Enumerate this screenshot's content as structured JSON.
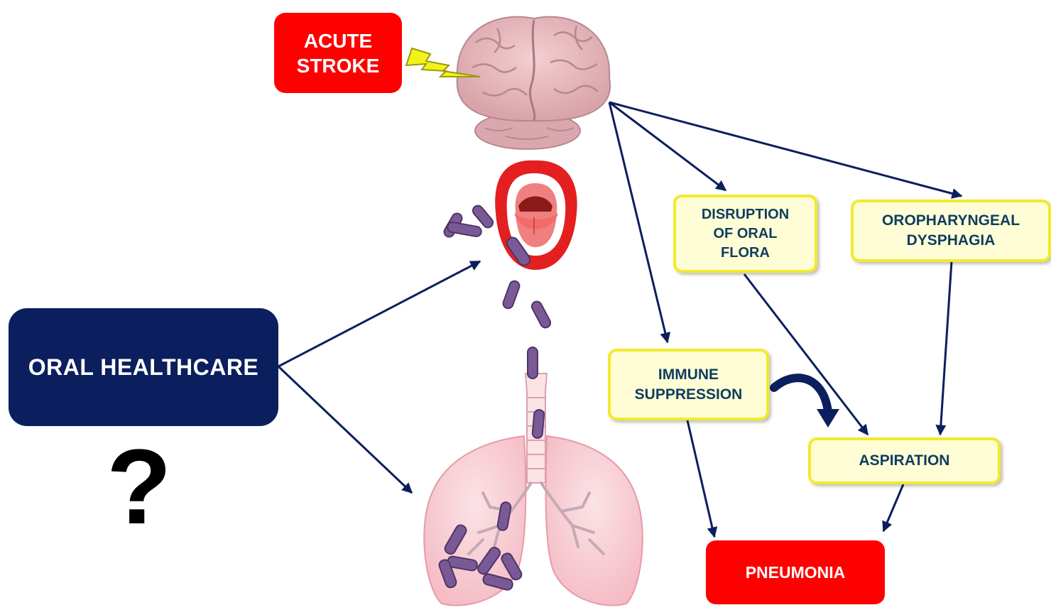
{
  "nodes": {
    "acute_stroke": "ACUTE\nSTROKE",
    "oral_healthcare": "ORAL HEALTHCARE",
    "question_mark": "?",
    "disruption": "DISRUPTION\nOF ORAL\nFLORA",
    "dysphagia": "OROPHARYNGEAL\nDYSPHAGIA",
    "immune": "IMMUNE\nSUPPRESSION",
    "aspiration": "ASPIRATION",
    "pneumonia": "PNEUMONIA"
  },
  "colors": {
    "arrow": "#0b1f5e",
    "stroke_box": "#ff0000",
    "oral_box": "#0b1f5e",
    "yellow_fill": "#fffdd6",
    "yellow_border": "#f2ea2a",
    "bacteria": "#7a5a96"
  },
  "icons": [
    "brain-icon",
    "lightning-icon",
    "mouth-icon",
    "lungs-icon",
    "bacteria-icon"
  ]
}
